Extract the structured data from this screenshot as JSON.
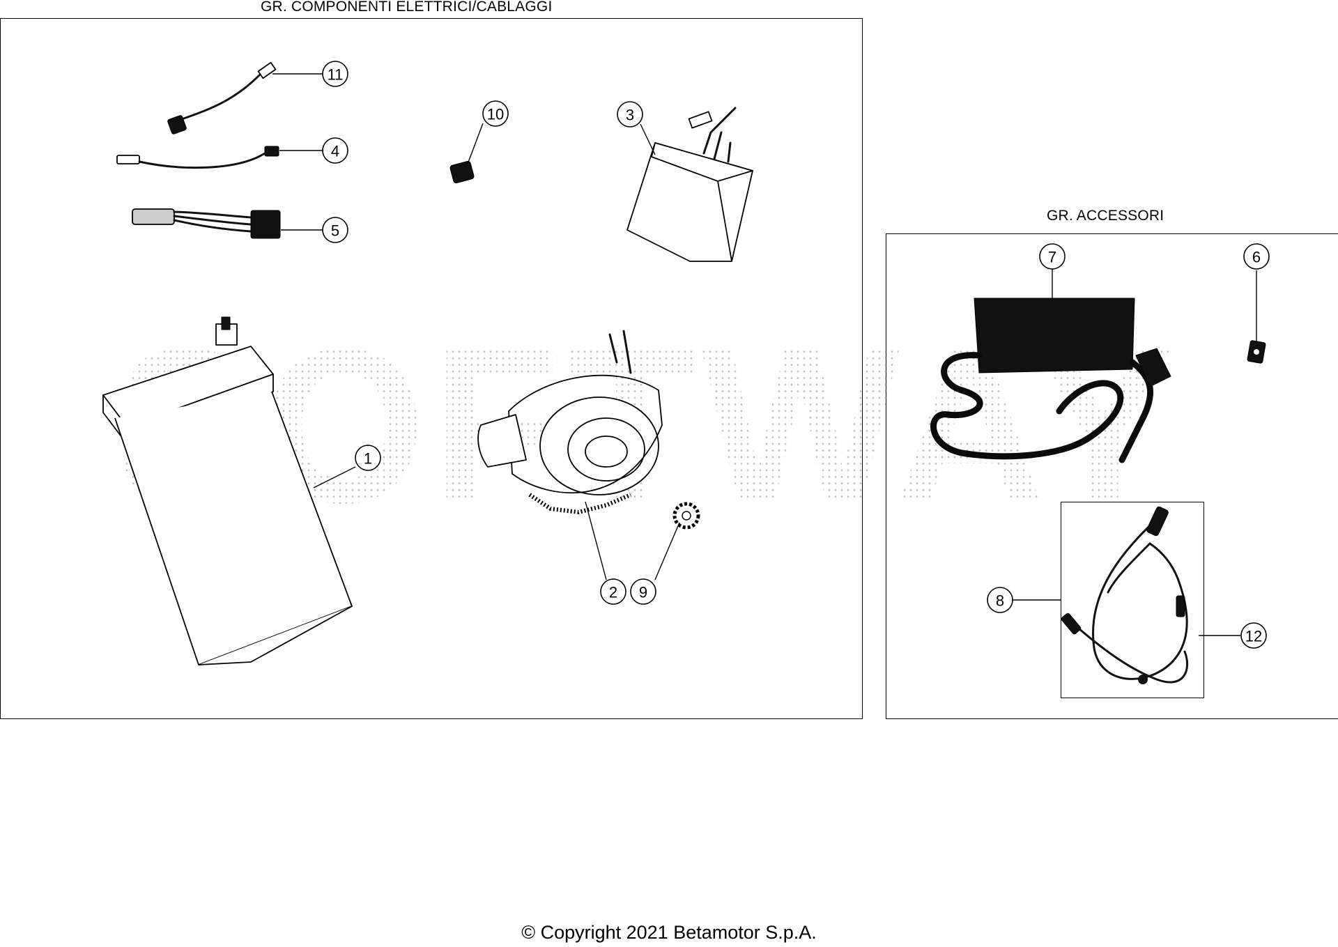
{
  "groups": {
    "electrical_title": "GR. COMPONENTI ELETTRICI/CABLAGGI",
    "accessories_title": "GR. ACCESSORI"
  },
  "watermark": "SOFTWAY",
  "callouts": [
    {
      "id": "1",
      "label": "1"
    },
    {
      "id": "2",
      "label": "2"
    },
    {
      "id": "3",
      "label": "3"
    },
    {
      "id": "4",
      "label": "4"
    },
    {
      "id": "5",
      "label": "5"
    },
    {
      "id": "6",
      "label": "6"
    },
    {
      "id": "7",
      "label": "7"
    },
    {
      "id": "8",
      "label": "8"
    },
    {
      "id": "9",
      "label": "9"
    },
    {
      "id": "10",
      "label": "10"
    },
    {
      "id": "11",
      "label": "11"
    },
    {
      "id": "12",
      "label": "12"
    }
  ],
  "footer": {
    "copyright": "© Copyright 2021 Betamotor S.p.A."
  }
}
